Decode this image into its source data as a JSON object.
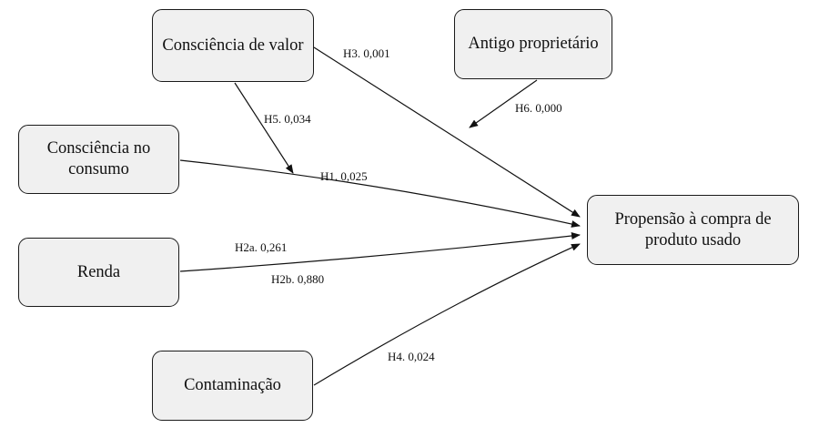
{
  "nodes": {
    "consciencia_valor": "Consciência de valor",
    "antigo_proprietario": "Antigo proprietário",
    "consciencia_consumo": "Consciência no consumo",
    "renda": "Renda",
    "contaminacao": "Contaminação",
    "propensao": "Propensão à compra de produto usado"
  },
  "edges": {
    "h3": "H3. 0,001",
    "h6": "H6. 0,000",
    "h5": "H5. 0,034",
    "h1": "H1. 0,025",
    "h2a": "H2a. 0,261",
    "h2b": "H2b. 0,880",
    "h4": "H4. 0,024"
  }
}
